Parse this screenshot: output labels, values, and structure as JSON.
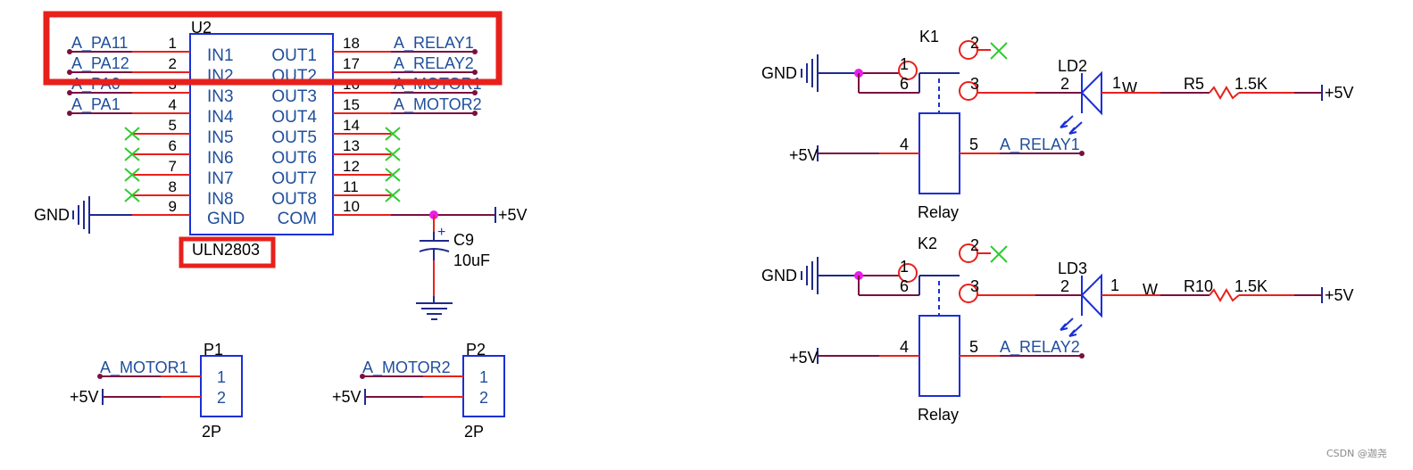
{
  "uln": {
    "designator": "U2",
    "part": "ULN2803",
    "left_pins": [
      {
        "num": "1",
        "name": "IN1",
        "net": "A_PA11"
      },
      {
        "num": "2",
        "name": "IN2",
        "net": "A_PA12"
      },
      {
        "num": "3",
        "name": "IN3",
        "net": "A_PA0"
      },
      {
        "num": "4",
        "name": "IN4",
        "net": "A_PA1"
      },
      {
        "num": "5",
        "name": "IN5",
        "net": ""
      },
      {
        "num": "6",
        "name": "IN6",
        "net": ""
      },
      {
        "num": "7",
        "name": "IN7",
        "net": ""
      },
      {
        "num": "8",
        "name": "IN8",
        "net": ""
      },
      {
        "num": "9",
        "name": "GND",
        "net": "GND"
      }
    ],
    "right_pins": [
      {
        "num": "18",
        "name": "OUT1",
        "net": "A_RELAY1"
      },
      {
        "num": "17",
        "name": "OUT2",
        "net": "A_RELAY2"
      },
      {
        "num": "16",
        "name": "OUT3",
        "net": "A_MOTOR1"
      },
      {
        "num": "15",
        "name": "OUT4",
        "net": "A_MOTOR2"
      },
      {
        "num": "14",
        "name": "OUT5",
        "net": ""
      },
      {
        "num": "13",
        "name": "OUT6",
        "net": ""
      },
      {
        "num": "12",
        "name": "OUT7",
        "net": ""
      },
      {
        "num": "11",
        "name": "OUT8",
        "net": ""
      },
      {
        "num": "10",
        "name": "COM",
        "net": "+5V"
      }
    ]
  },
  "cap": {
    "designator": "C9",
    "value": "10uF",
    "plus": "+"
  },
  "connectors": [
    {
      "designator": "P1",
      "footprint": "2P",
      "pins": [
        "1",
        "2"
      ],
      "net1": "A_MOTOR1",
      "net2": "+5V"
    },
    {
      "designator": "P2",
      "footprint": "2P",
      "pins": [
        "1",
        "2"
      ],
      "net1": "A_MOTOR2",
      "net2": "+5V"
    }
  ],
  "relays": [
    {
      "designator": "K1",
      "type": "Relay",
      "pins": {
        "p1": "1",
        "p2": "2",
        "p3": "3",
        "p4": "4",
        "p5": "5",
        "p6": "6"
      },
      "gnd": "GND",
      "coil_supply": "+5V",
      "coil_net": "A_RELAY1",
      "led": {
        "designator": "LD2",
        "pin2": "2",
        "pin1": "1",
        "w": "W"
      },
      "res": {
        "designator": "R5",
        "value": "1.5K"
      },
      "supply": "+5V"
    },
    {
      "designator": "K2",
      "type": "Relay",
      "pins": {
        "p1": "1",
        "p2": "2",
        "p3": "3",
        "p4": "4",
        "p5": "5",
        "p6": "6"
      },
      "gnd": "GND",
      "coil_supply": "+5V",
      "coil_net": "A_RELAY2",
      "led": {
        "designator": "LD3",
        "pin2": "2",
        "pin1": "1",
        "w": "W"
      },
      "res": {
        "designator": "R10",
        "value": "1.5K"
      },
      "supply": "+5V"
    }
  ],
  "watermark": "CSDN @迦尧"
}
